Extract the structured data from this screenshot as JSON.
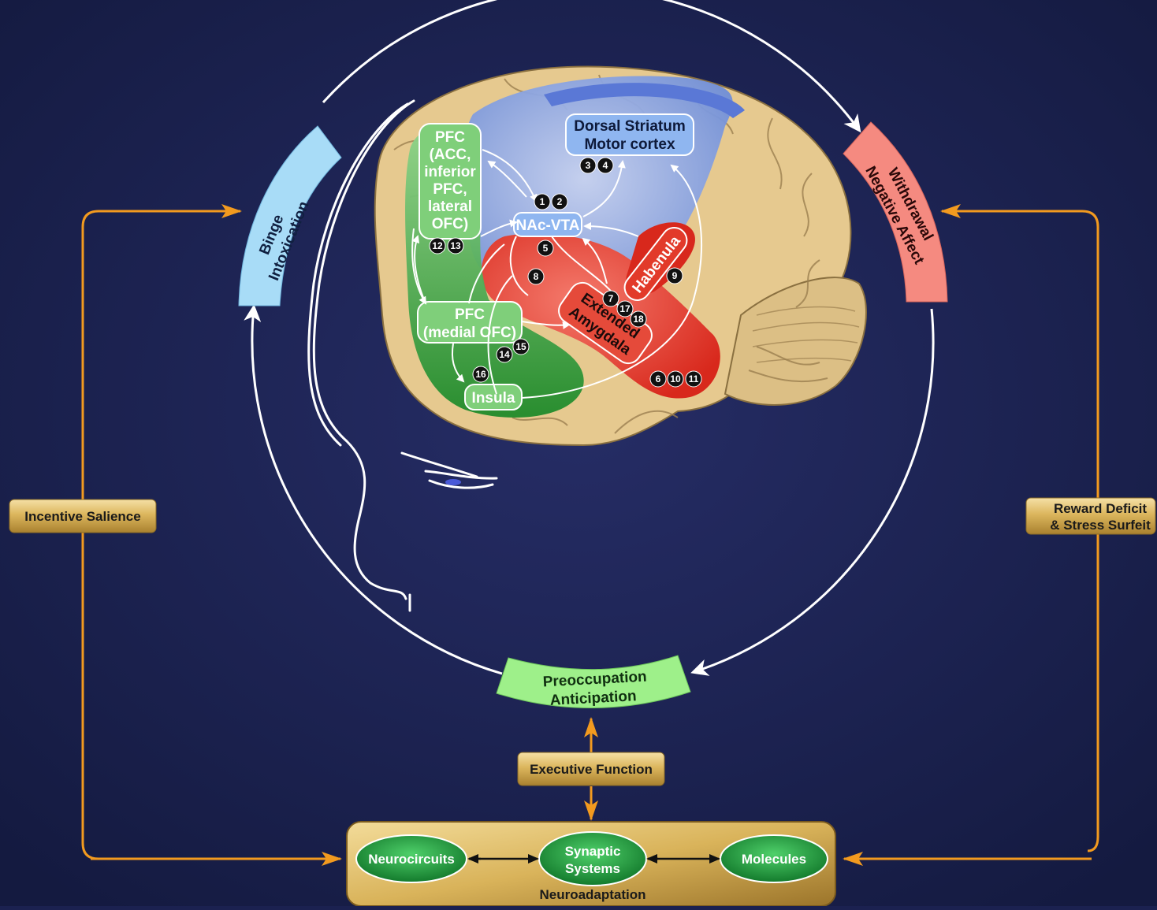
{
  "stages": {
    "binge": {
      "line1": "Binge",
      "line2": "Intoxication",
      "color": "#a8dcf7"
    },
    "withdrawal": {
      "line1": "Withdrawal",
      "line2": "Negative Affect",
      "color": "#f58a80"
    },
    "preoccupation": {
      "line1": "Preoccupation",
      "line2": "Anticipation",
      "color": "#9ef08a"
    }
  },
  "side_labels": {
    "incentive_salience": "Incentive Salience",
    "reward_deficit_line1": "Reward Deficit",
    "reward_deficit_line2": "& Stress Surfeit",
    "executive_function": "Executive Function"
  },
  "neuroadaptation": {
    "title": "Neuroadaptation",
    "neurocircuits": "Neurocircuits",
    "synaptic_line1": "Synaptic",
    "synaptic_line2": "Systems",
    "molecules": "Molecules"
  },
  "regions": {
    "dorsal_striatum_line1": "Dorsal Striatum",
    "dorsal_striatum_line2": "Motor cortex",
    "nac_vta": "NAc-VTA",
    "pfc_lateral": [
      "PFC",
      "(ACC,",
      "inferior",
      "PFC,",
      "lateral",
      "OFC)"
    ],
    "pfc_medial_line1": "PFC",
    "pfc_medial_line2": "(medial OFC)",
    "insula": "Insula",
    "habenula": "Habenula",
    "amygdala_line1": "Extended",
    "amygdala_line2": "Amygdala"
  },
  "badges": {
    "b1": "1",
    "b2": "2",
    "b3": "3",
    "b4": "4",
    "b5": "5",
    "b6": "6",
    "b7": "7",
    "b8": "8",
    "b9": "9",
    "b10": "10",
    "b11": "11",
    "b12": "12",
    "b13": "13",
    "b14": "14",
    "b15": "15",
    "b16": "16",
    "b17": "17",
    "b18": "18"
  },
  "colors": {
    "background": "#1b2150",
    "orange_arrow": "#f29a1f",
    "gold": "#d6ad4e",
    "brain": "#e8cc94",
    "blue_region": "#8fa8e6",
    "green_region": "#3da33d",
    "red_region": "#e23a2a"
  }
}
